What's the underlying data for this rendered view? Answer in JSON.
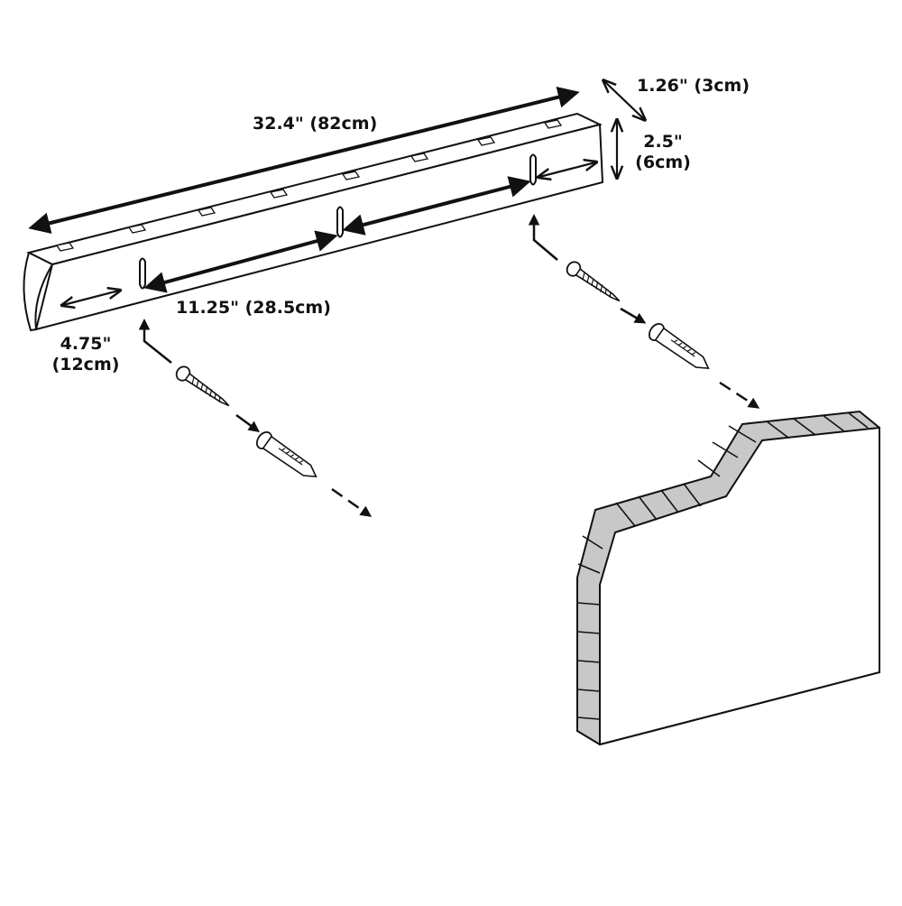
{
  "dimensions": {
    "length": "32.4\" (82cm)",
    "depth": "1.26\" (3cm)",
    "height_line1": "2.5\"",
    "height_line2": "(6cm)",
    "hook_spacing": "11.25\" (28.5cm)",
    "end_offset_line1": "4.75\"",
    "end_offset_line2": "(12cm)"
  },
  "colors": {
    "line": "#111111",
    "wall_edge": "#c8c8c8",
    "background": "#ffffff"
  },
  "icons": {
    "screw": "screw-icon",
    "anchor": "wall-anchor-icon",
    "hook": "hook-icon"
  }
}
